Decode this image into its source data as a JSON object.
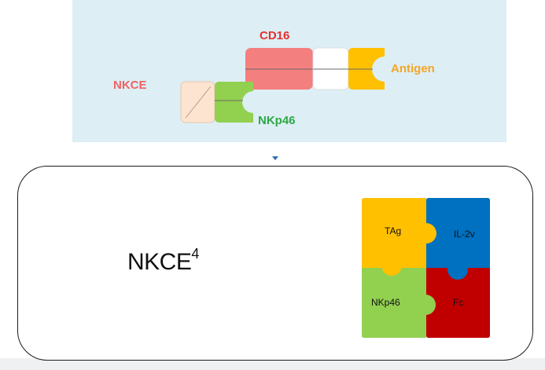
{
  "molecule": {
    "cd16_label": "CD16",
    "antigen_label": "Antigen",
    "nkce_label": "NKCE",
    "nkp46_label": "NKp46"
  },
  "card": {
    "title": "NKCE",
    "title_superscript": "4"
  },
  "puzzle": {
    "pieces": [
      {
        "label": "TAg",
        "color": "#ffc000"
      },
      {
        "label": "IL-2v",
        "color": "#0070c0"
      },
      {
        "label": "NKp46",
        "color": "#92d050"
      },
      {
        "label": "Fc",
        "color": "#c00000"
      }
    ]
  }
}
